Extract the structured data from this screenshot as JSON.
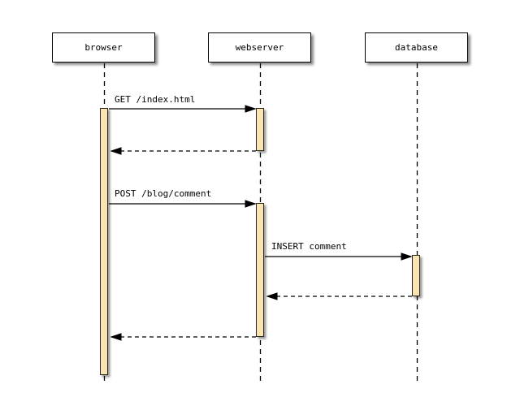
{
  "diagram": {
    "type": "uml-sequence-diagram",
    "actors": [
      {
        "name": "browser"
      },
      {
        "name": "webserver"
      },
      {
        "name": "database"
      }
    ],
    "messages": [
      {
        "from": "browser",
        "to": "webserver",
        "label": "GET /index.html",
        "line": "solid",
        "kind": "call"
      },
      {
        "from": "webserver",
        "to": "browser",
        "label": "",
        "line": "dashed",
        "kind": "return"
      },
      {
        "from": "browser",
        "to": "webserver",
        "label": "POST /blog/comment",
        "line": "solid",
        "kind": "call"
      },
      {
        "from": "webserver",
        "to": "database",
        "label": "INSERT comment",
        "line": "solid",
        "kind": "call"
      },
      {
        "from": "database",
        "to": "webserver",
        "label": "",
        "line": "dashed",
        "kind": "return"
      },
      {
        "from": "webserver",
        "to": "browser",
        "label": "",
        "line": "dashed",
        "kind": "return"
      }
    ],
    "colors": {
      "background": "#ffffff",
      "line": "#000000",
      "activation_fill": "#fbe3b2",
      "activation_border": "#2a2a22",
      "box_fill": "#ffffff",
      "box_border": "#000000",
      "shadow": "rgba(0,0,0,0.45)"
    }
  }
}
